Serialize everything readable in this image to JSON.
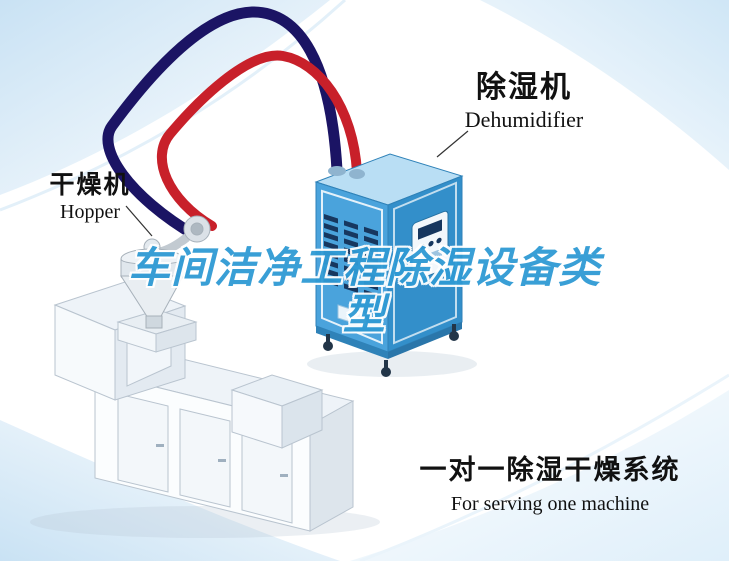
{
  "watermark": {
    "line1": "车间洁净工程除湿设备类",
    "line2": "型"
  },
  "labels": {
    "dehumidifier": {
      "zh": "除湿机",
      "en": "Dehumidifier"
    },
    "hopper": {
      "zh": "干燥机",
      "en": "Hopper"
    }
  },
  "caption": {
    "zh": "一对一除湿干燥系统",
    "en": "For serving one machine"
  },
  "colors": {
    "pipe_red": "#c8202a",
    "pipe_navy": "#1b1464",
    "dehumidifier_blue": "#4aa3dc",
    "watermark_blue": "#2f9ad4",
    "text": "#111111"
  },
  "figure": {
    "parts": [
      "injection-molding-machine",
      "hopper-dryer",
      "red-hose",
      "navy-hose",
      "dehumidifier-unit"
    ]
  }
}
